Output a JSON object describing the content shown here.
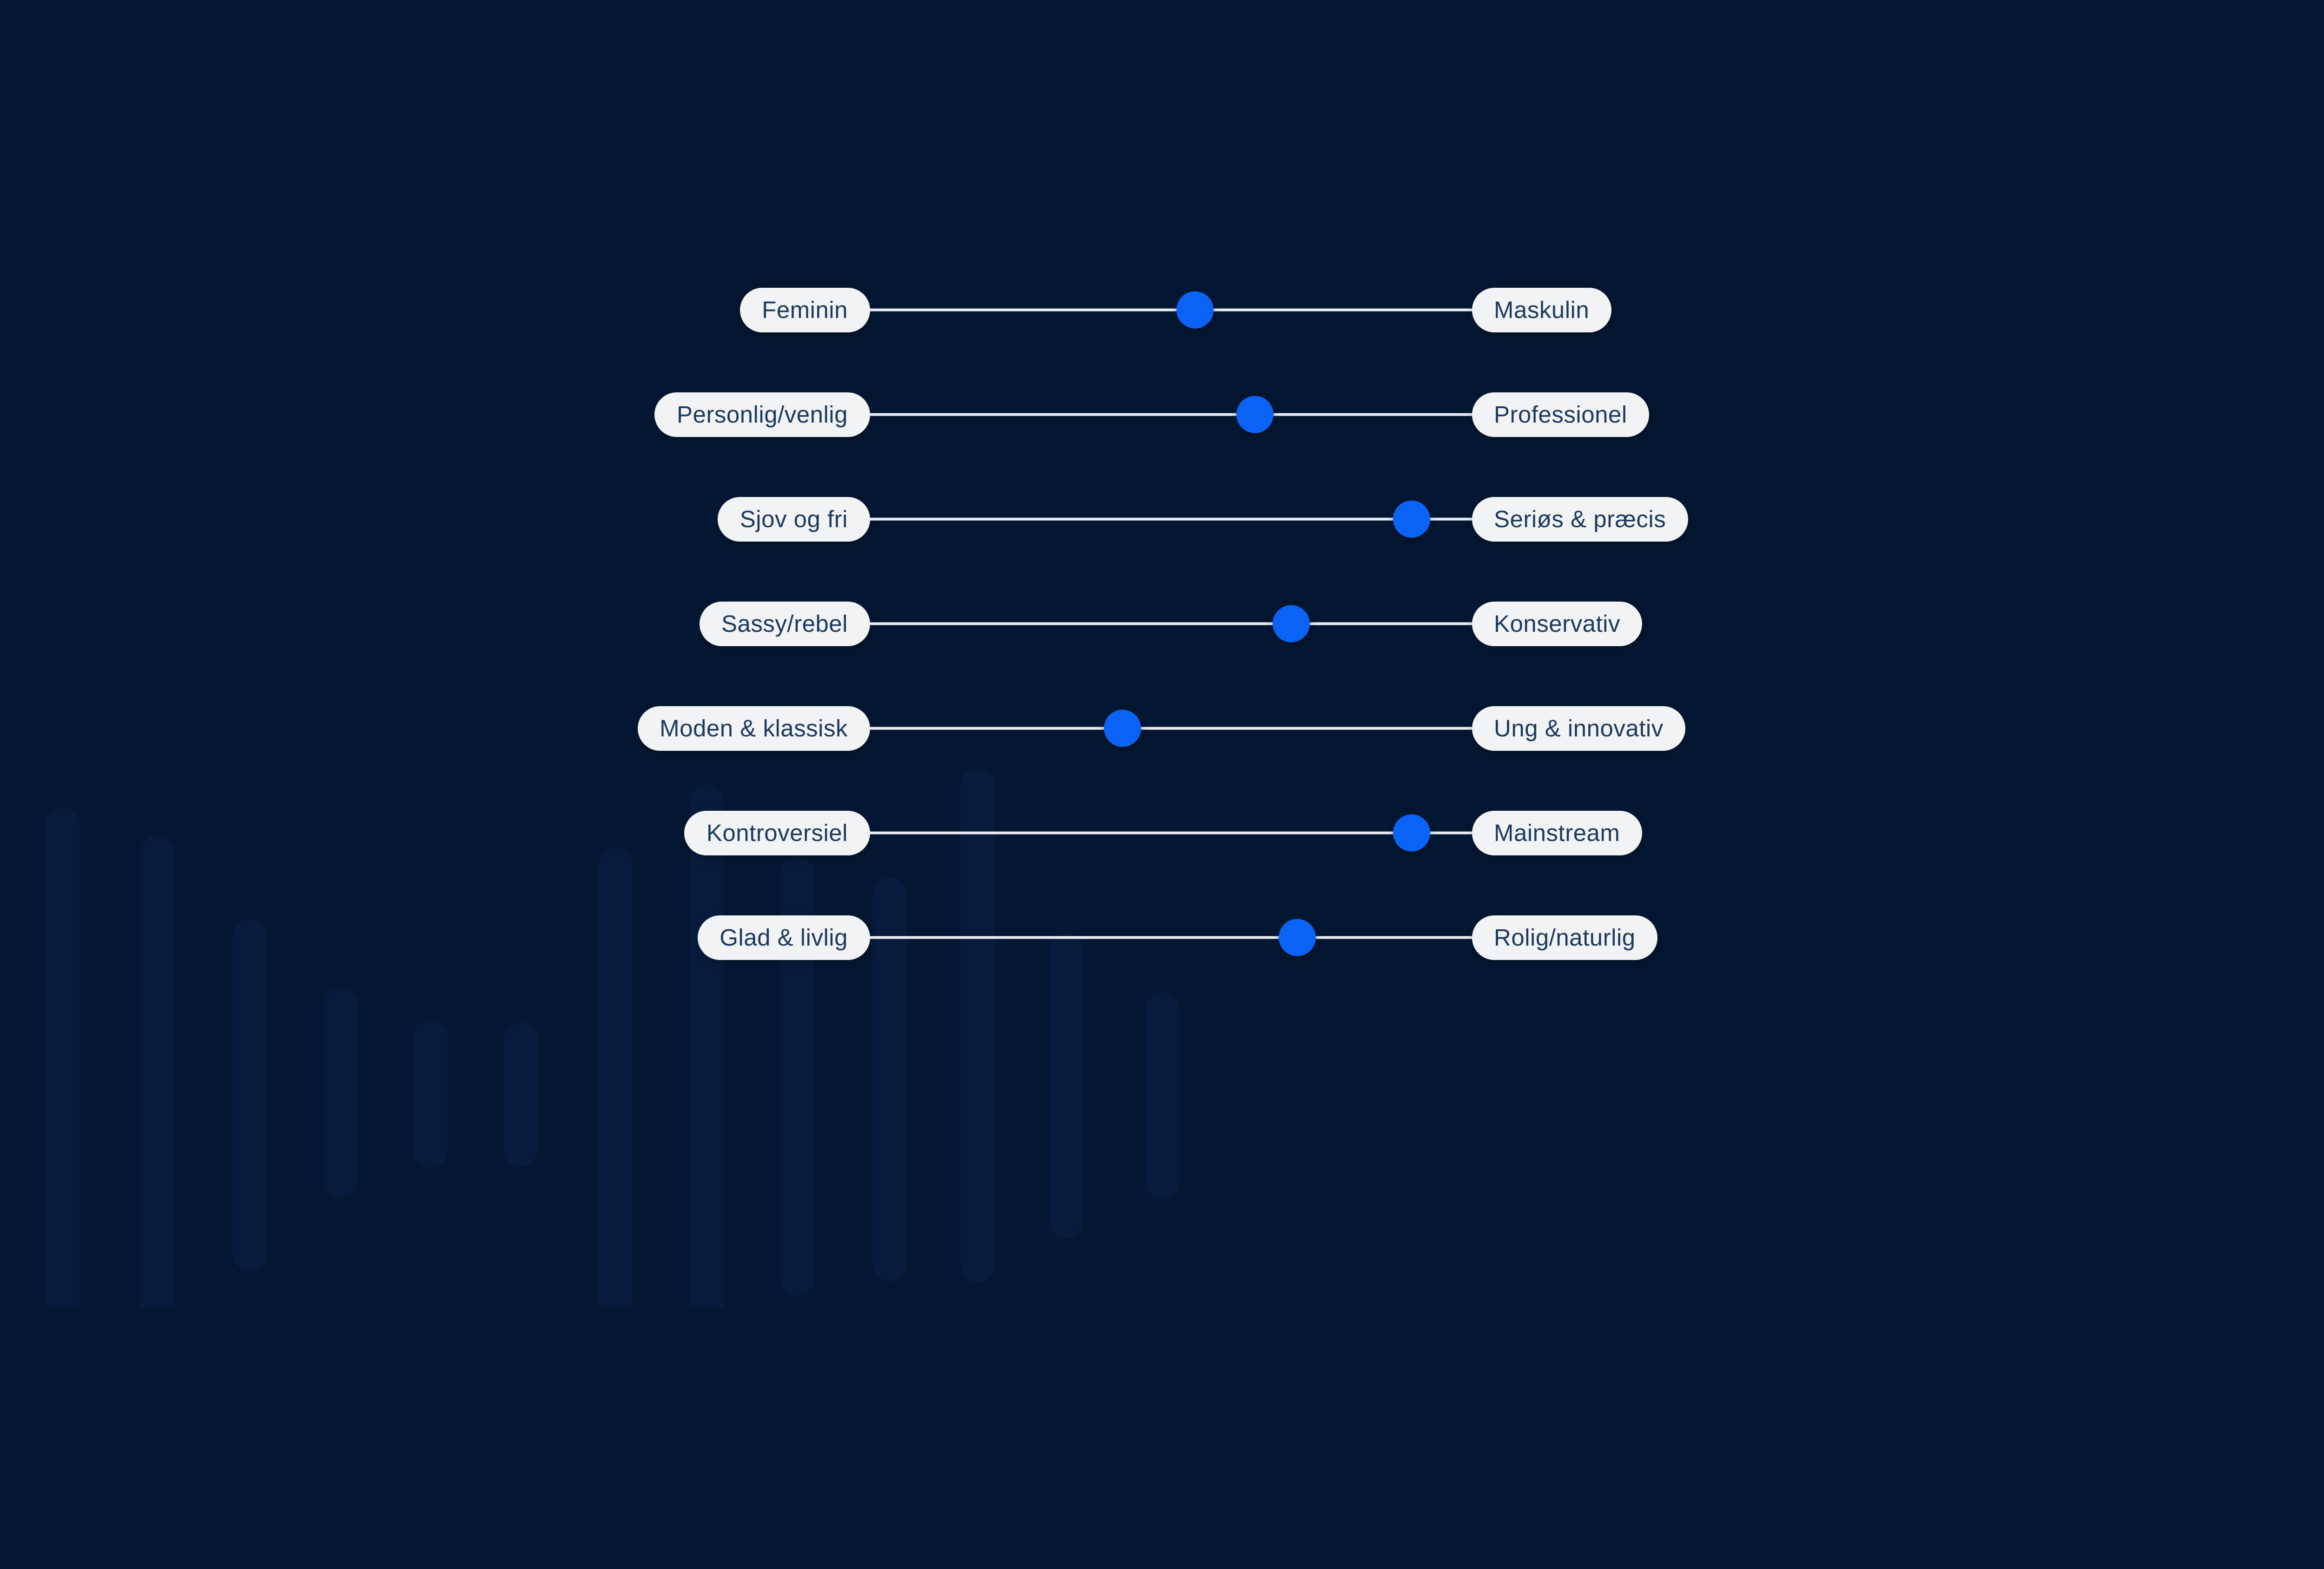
{
  "theme": {
    "bg": "#041732",
    "bar": "#071B3C",
    "pillBg": "#F2F3F5",
    "pillText": "#1B3A5E",
    "line": "#E9EDF2",
    "dot": "#0B63F5"
  },
  "sliders": {
    "rows": [
      {
        "left": "Feminin",
        "right": "Maskulin",
        "value": 54
      },
      {
        "left": "Personlig/venlig",
        "right": "Professionel",
        "value": 64
      },
      {
        "left": "Sjov og fri",
        "right": "Seriøs & præcis",
        "value": 90
      },
      {
        "left": "Sassy/rebel",
        "right": "Konservativ",
        "value": 70
      },
      {
        "left": "Moden & klassisk",
        "right": "Ung & innovativ",
        "value": 42
      },
      {
        "left": "Kontroversiel",
        "right": "Mainstream",
        "value": 90
      },
      {
        "left": "Glad & livlig",
        "right": "Rolig/naturlig",
        "value": 71
      }
    ],
    "first_row_top_pct": 23.7,
    "row_step_pct": 8.0
  },
  "decor": {
    "bars": [
      {
        "left_pct": 1.98,
        "top_pct": 61.8,
        "bottom_pct": 101
      },
      {
        "left_pct": 6.05,
        "top_pct": 63.9,
        "bottom_pct": 101
      },
      {
        "left_pct": 10.02,
        "top_pct": 70.3,
        "bottom_pct": 97.2
      },
      {
        "left_pct": 13.92,
        "top_pct": 75.6,
        "bottom_pct": 91.6
      },
      {
        "left_pct": 17.8,
        "top_pct": 78.0,
        "bottom_pct": 89.3
      },
      {
        "left_pct": 21.68,
        "top_pct": 78.2,
        "bottom_pct": 89.2
      },
      {
        "left_pct": 25.75,
        "top_pct": 64.8,
        "bottom_pct": 101
      },
      {
        "left_pct": 29.68,
        "top_pct": 60.0,
        "bottom_pct": 101
      },
      {
        "left_pct": 33.57,
        "top_pct": 65.5,
        "bottom_pct": 99.1
      },
      {
        "left_pct": 37.55,
        "top_pct": 67.1,
        "bottom_pct": 98.0
      },
      {
        "left_pct": 41.33,
        "top_pct": 58.8,
        "bottom_pct": 98.1
      },
      {
        "left_pct": 45.13,
        "top_pct": 71.4,
        "bottom_pct": 94.7
      },
      {
        "left_pct": 49.3,
        "top_pct": 75.9,
        "bottom_pct": 91.7
      }
    ]
  }
}
